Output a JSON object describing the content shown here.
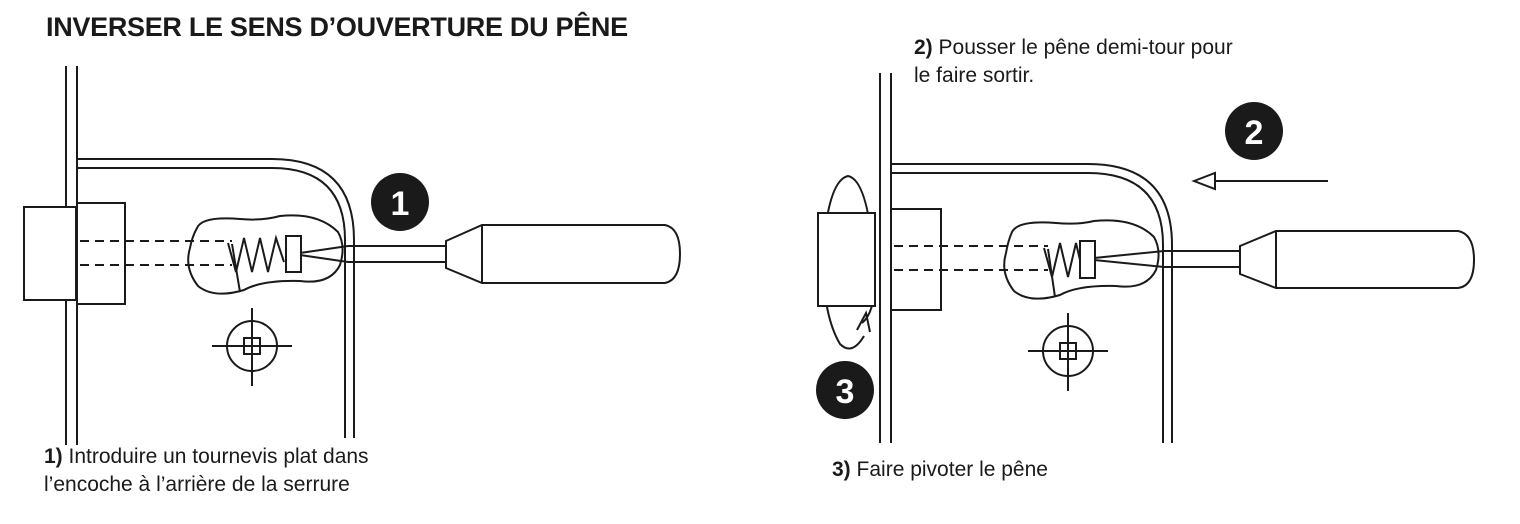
{
  "title": "INVERSER LE SENS D’OUVERTURE DU PÊNE",
  "steps": [
    {
      "number": "1)",
      "text_line1": "Introduire un tournevis plat dans",
      "text_line2": "l’encoche à l’arrière de la serrure",
      "badge": "1"
    },
    {
      "number": "2)",
      "text_line1": "Pousser le pêne demi-tour pour",
      "text_line2": "le faire sortir.",
      "badge": "2"
    },
    {
      "number": "3)",
      "text_line1": "Faire pivoter le pêne",
      "badge": "3"
    }
  ],
  "colors": {
    "ink": "#1a1a1a",
    "badge": "#1a1a1a",
    "background": "#ffffff"
  }
}
